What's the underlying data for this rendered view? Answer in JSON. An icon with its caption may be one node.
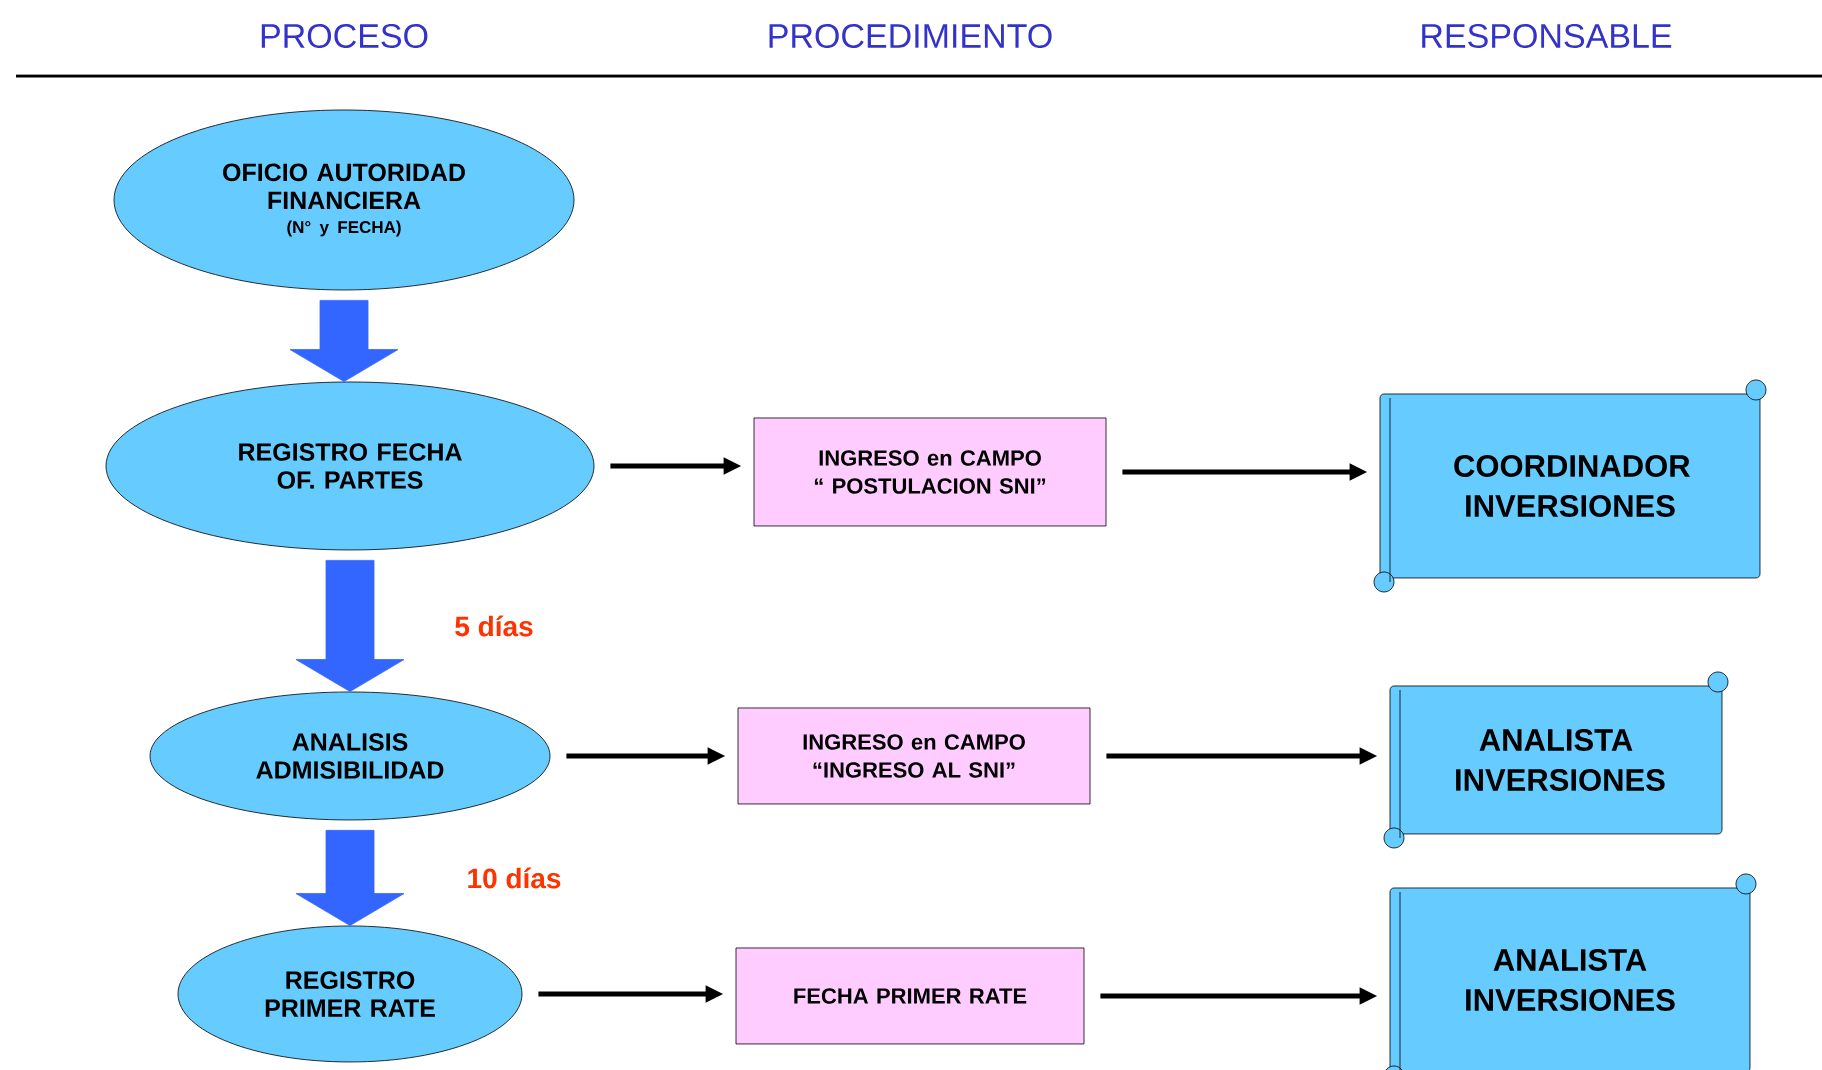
{
  "diagram": {
    "nodes": [
      {
        "text": [
          "OFICIO AUTORIDAD FINANCIERA",
          "(N° y FECHA)"
        ]
      },
      {
        "text": [
          "REGISTRO FECHA OF. PARTES"
        ]
      },
      {
        "text": [
          "INGRESO en CAMPO “ POSTULACION SNI”"
        ]
      },
      {
        "text": [
          "COORDINADOR INVERSIONES"
        ]
      },
      {
        "text": [
          "ANALISIS ADMISIBILIDAD"
        ]
      },
      {
        "text": [
          "INGRESO en CAMPO “INGRESO AL SNI”"
        ]
      },
      {
        "text": [
          "ANALISTA INVERSIONES"
        ]
      },
      {
        "text": [
          "REGISTRO PRIMER RATE"
        ]
      },
      {
        "text": [
          "FECHA PRIMER RATE"
        ]
      },
      {
        "text": [
          "ANALISTA INVERSIONES"
        ]
      }
    ],
    "edges": [
      {
        "from": 0,
        "to": 1,
        "arrow": "to",
        "style": "thick",
        "color": "#3366ff"
      },
      {
        "from": 1,
        "to": 2,
        "arrow": "to"
      },
      {
        "from": 2,
        "to": 3,
        "arrow": "to"
      },
      {
        "from": 1,
        "to": 4,
        "arrow": "to",
        "style": "thick",
        "color": "#3366ff",
        "label": "5 días"
      },
      {
        "from": 4,
        "to": 5,
        "arrow": "to"
      },
      {
        "from": 5,
        "to": 6,
        "arrow": "to"
      },
      {
        "from": 4,
        "to": 7,
        "arrow": "to",
        "style": "thick",
        "color": "#3366ff",
        "label": "10 días"
      },
      {
        "from": 7,
        "to": 8,
        "arrow": "to"
      },
      {
        "from": 8,
        "to": 9,
        "arrow": "to"
      }
    ],
    "labels": [
      "PROCESO",
      "PROCEDIMIENTO",
      "RESPONSABLE"
    ]
  }
}
